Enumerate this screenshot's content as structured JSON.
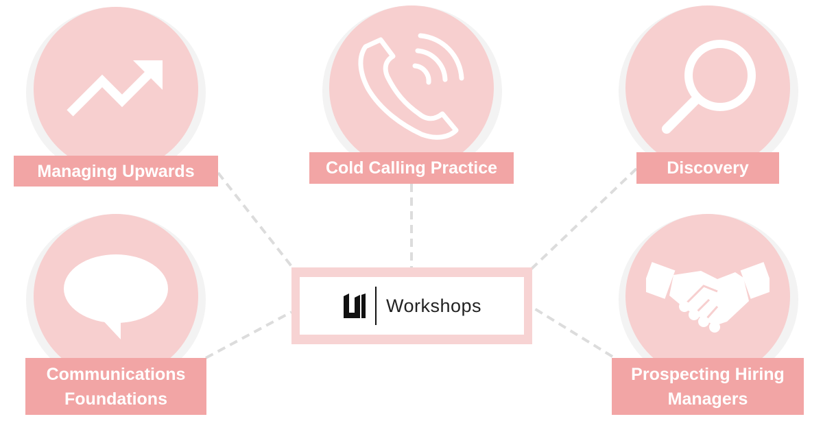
{
  "center": {
    "title": "Workshops",
    "logo_icon": "u-logo-icon"
  },
  "nodes": [
    {
      "id": "managing-upwards",
      "label_lines": [
        "Managing Upwards"
      ],
      "icon": "trending-up-arrow-icon"
    },
    {
      "id": "cold-calling-practice",
      "label_lines": [
        "Cold Calling Practice"
      ],
      "icon": "phone-ringing-icon"
    },
    {
      "id": "discovery",
      "label_lines": [
        "Discovery"
      ],
      "icon": "magnifying-glass-icon"
    },
    {
      "id": "communications-foundations",
      "label_lines": [
        "Communications",
        "Foundations"
      ],
      "icon": "speech-bubble-icon"
    },
    {
      "id": "prospecting-hiring-managers",
      "label_lines": [
        "Prospecting Hiring",
        "Managers"
      ],
      "icon": "handshake-icon"
    }
  ],
  "colors": {
    "circle_fill": "#f7cfcf",
    "circle_halo": "#f3f3f3",
    "label_fill": "#f2a5a5",
    "label_text": "#ffffff",
    "connector": "#dddddd",
    "center_frame": "#f7d3d3"
  }
}
